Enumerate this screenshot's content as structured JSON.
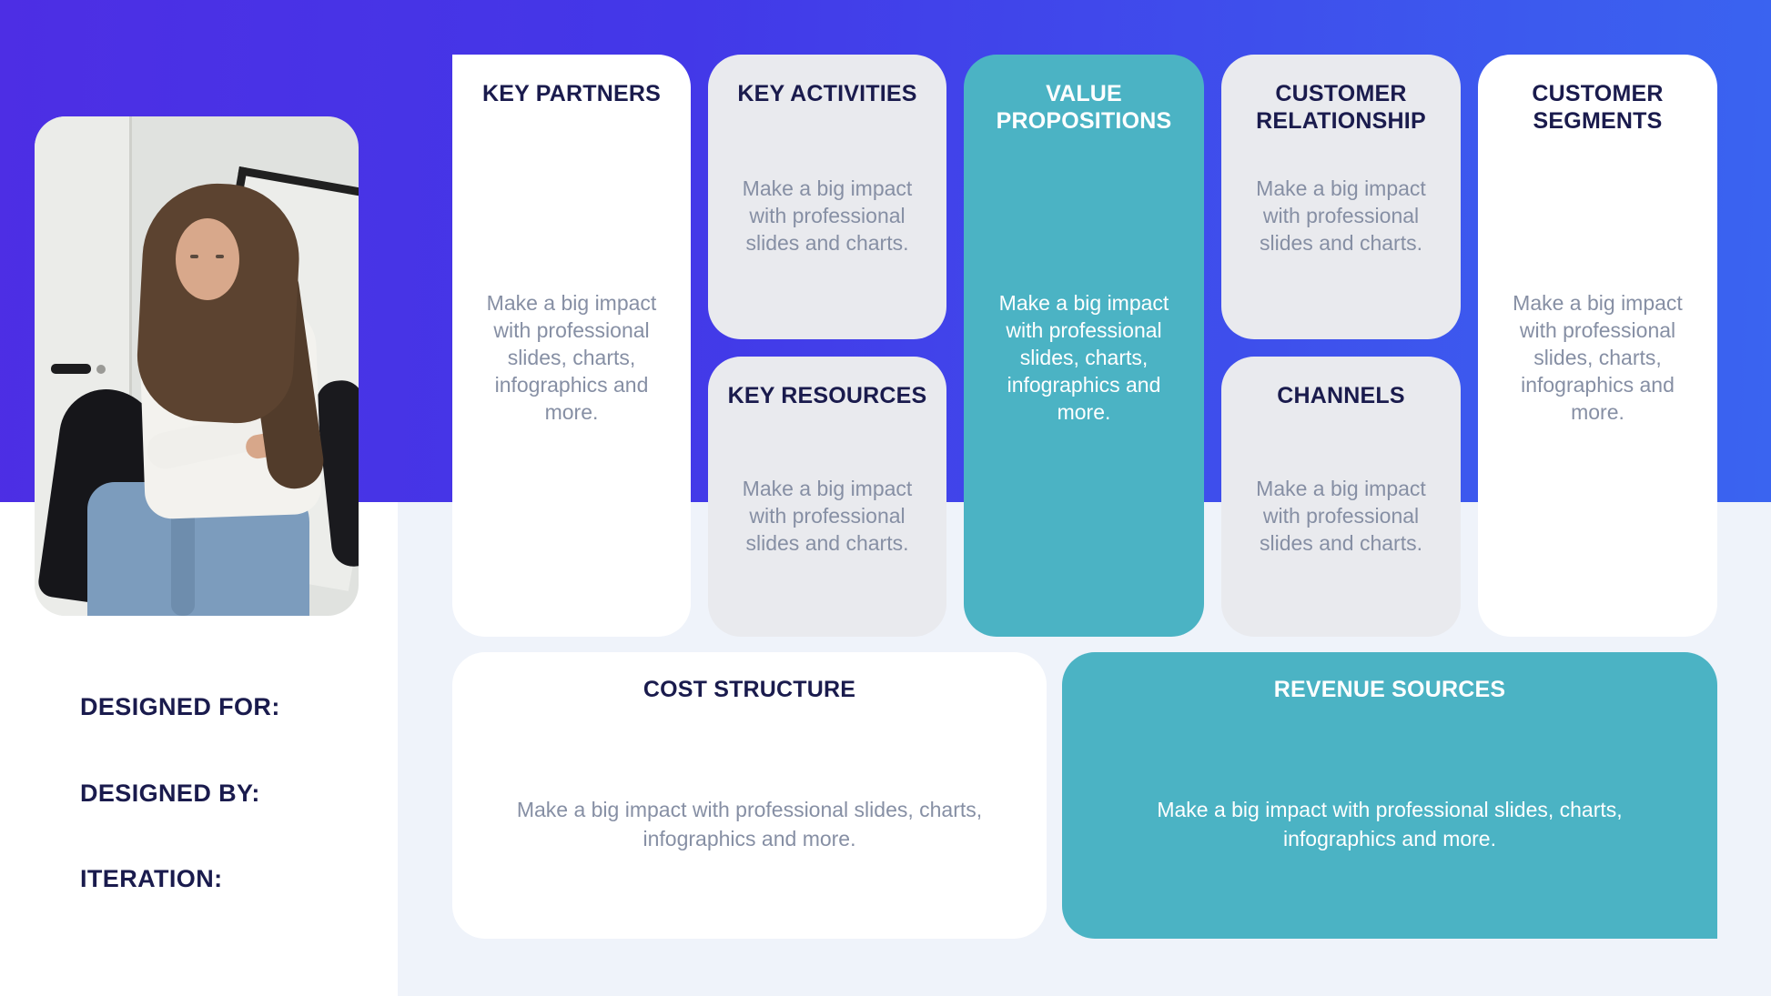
{
  "colors": {
    "purple_gradient_left": "#4D2EE4",
    "purple_gradient_right": "#3A64F0",
    "teal_accent": "#4BB3C4",
    "card_gray": "#E9EAEE",
    "panel_light_blue": "#EFF3FA",
    "heading_navy": "#1A1B4D",
    "body_text_gray": "#868FA4",
    "card_white": "#FFFFFF"
  },
  "side_labels": {
    "designed_for": "DESIGNED FOR:",
    "designed_by": "DESIGNED BY:",
    "iteration": "ITERATION:"
  },
  "photo": {
    "description": "woman in white shirt and jeans sitting on black chair"
  },
  "cards": {
    "key_partners": {
      "title": "KEY PARTNERS",
      "body": "Make a big impact with professional slides, charts, infographics and more."
    },
    "key_activities": {
      "title": "KEY ACTIVITIES",
      "body": "Make a big impact with professional slides and charts."
    },
    "key_resources": {
      "title": "KEY RESOURCES",
      "body": "Make a big impact with professional slides and charts."
    },
    "value_propositions": {
      "title": "VALUE PROPOSITIONS",
      "body": "Make a big impact with professional slides, charts, infographics and more."
    },
    "customer_relationship": {
      "title": "CUSTOMER RELATIONSHIP",
      "body": "Make a big impact with professional slides and charts."
    },
    "channels": {
      "title": "CHANNELS",
      "body": "Make a big impact with professional slides and charts."
    },
    "customer_segments": {
      "title": "CUSTOMER SEGMENTS",
      "body": "Make a big impact with professional slides, charts, infographics and more."
    },
    "cost_structure": {
      "title": "COST STRUCTURE",
      "body": "Make a big impact with professional slides, charts, infographics and more."
    },
    "revenue_sources": {
      "title": "REVENUE SOURCES",
      "body": "Make a big impact with professional slides, charts, infographics and more."
    }
  }
}
